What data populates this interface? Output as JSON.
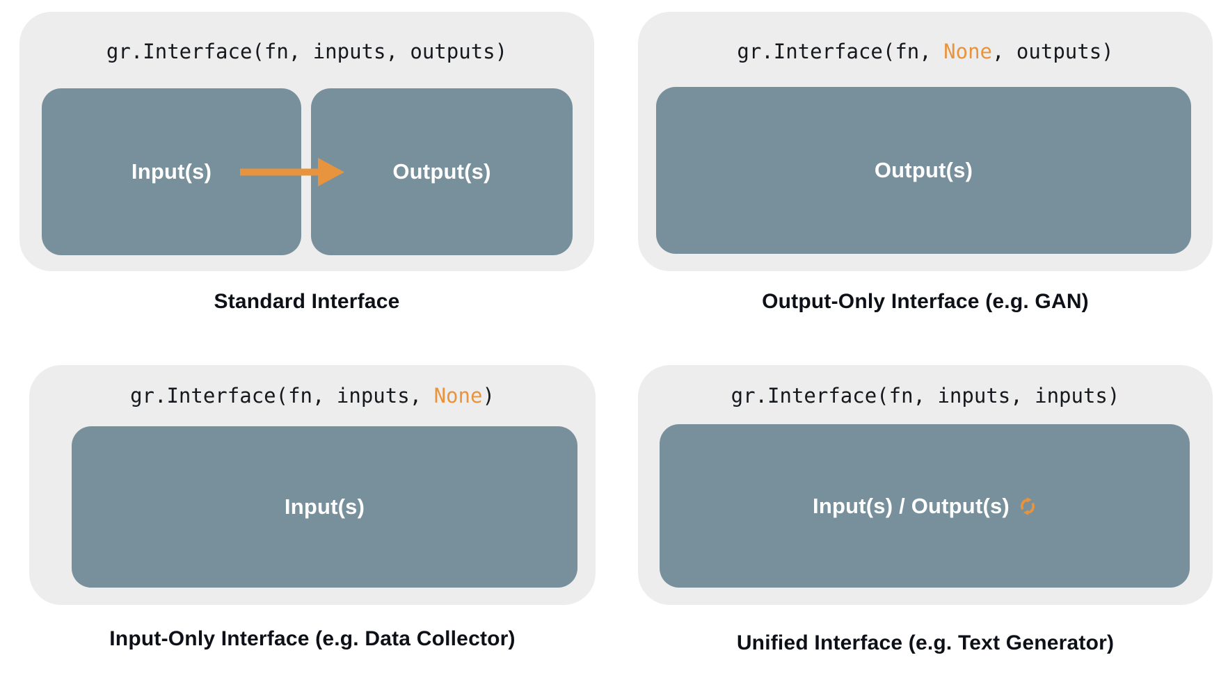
{
  "colors": {
    "background": "#ffffff",
    "panel_bg": "#ededed",
    "box_bg": "#78909b",
    "accent_orange": "#e8943e",
    "code_text": "#15181c",
    "caption_text": "#0d1117",
    "box_label_text": "#ffffff"
  },
  "panels": {
    "standard": {
      "code": {
        "prefix": "gr.Interface(fn, inputs, outputs)",
        "highlight": "",
        "suffix": ""
      },
      "input_box_label": "Input(s)",
      "output_box_label": "Output(s)",
      "arrow_icon": "arrow-right-icon",
      "caption": "Standard Interface"
    },
    "output_only": {
      "code": {
        "prefix": "gr.Interface(fn, ",
        "highlight": "None",
        "suffix": ", outputs)"
      },
      "box_label": "Output(s)",
      "caption": "Output-Only Interface (e.g. GAN)"
    },
    "input_only": {
      "code": {
        "prefix": "gr.Interface(fn, inputs, ",
        "highlight": "None",
        "suffix": ")"
      },
      "box_label": "Input(s)",
      "caption": "Input-Only Interface (e.g. Data Collector)"
    },
    "unified": {
      "code": {
        "prefix": "gr.Interface(fn, inputs, inputs)",
        "highlight": "",
        "suffix": ""
      },
      "box_label": "Input(s) / Output(s)",
      "icon": "sync-arrows-icon",
      "caption": "Unified Interface (e.g. Text Generator)"
    }
  }
}
